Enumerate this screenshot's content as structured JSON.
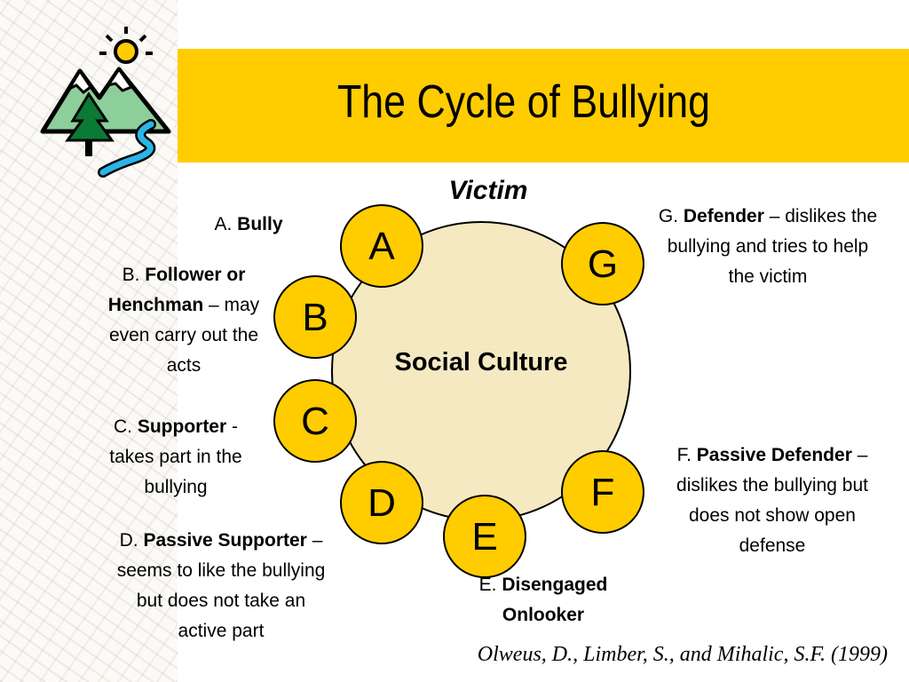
{
  "title": "The Cycle of Bullying",
  "victim_label": "Victim",
  "center_label": "Social Culture",
  "nodes": [
    "A",
    "B",
    "C",
    "D",
    "E",
    "F",
    "G"
  ],
  "roles": {
    "A": {
      "prefix": "A. ",
      "name": "Bully",
      "desc": ""
    },
    "B": {
      "prefix": "B. ",
      "name": "Follower or Henchman",
      "desc": " – may even carry out the acts"
    },
    "C": {
      "prefix": "C. ",
      "name": "Supporter",
      "desc": " - takes part in the bullying"
    },
    "D": {
      "prefix": "D. ",
      "name": "Passive Supporter",
      "desc": " – seems to like the bullying but does not take an active part"
    },
    "E": {
      "prefix": "E. ",
      "name": "Disengaged Onlooker",
      "desc": ""
    },
    "F": {
      "prefix": "F. ",
      "name": "Passive Defender",
      "desc": " – dislikes the bullying but does not show open defense"
    },
    "G": {
      "prefix": "G. ",
      "name": "Defender",
      "desc": " – dislikes the bullying and tries to help the victim"
    }
  },
  "citation": "Olweus, D., Limber, S., and Mihalic, S.F. (1999)",
  "colors": {
    "title_band": "#ffcc00",
    "node_fill": "#ffcc00",
    "center_fill": "#f5e9c2"
  }
}
